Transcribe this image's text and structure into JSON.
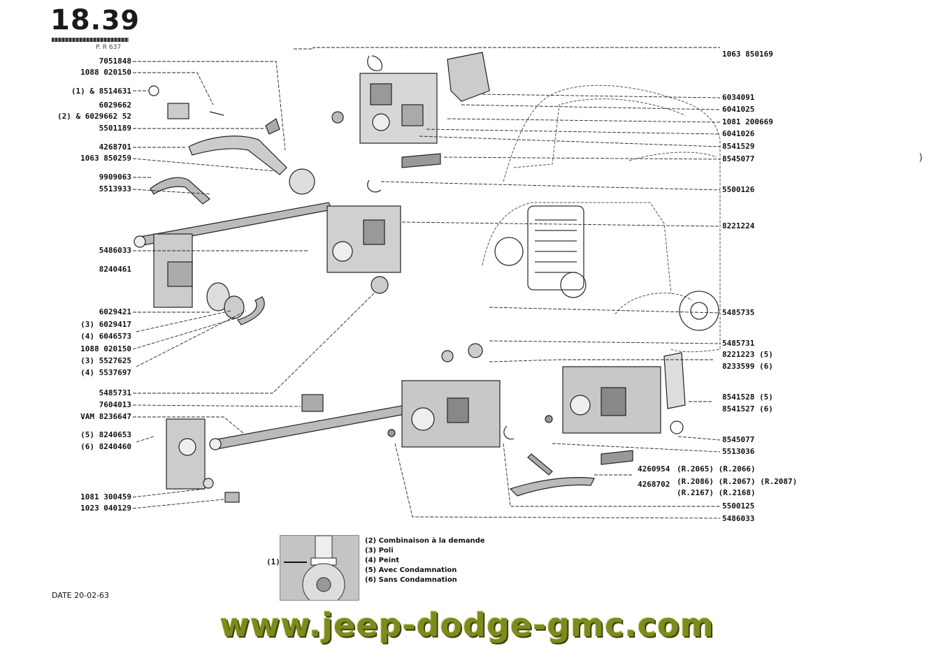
{
  "header": {
    "page_number_major": "18",
    "page_number_minor": ".39",
    "ref": "P. R 637"
  },
  "left_labels": [
    {
      "id": "l1",
      "text": "7051848"
    },
    {
      "id": "l2",
      "text": "1088 020150"
    },
    {
      "id": "l3",
      "text": "(1) & 8514631"
    },
    {
      "id": "l4",
      "text": "6029662"
    },
    {
      "id": "l5",
      "text": "(2) & 6029662 52"
    },
    {
      "id": "l6",
      "text": "5501189"
    },
    {
      "id": "l7",
      "text": "4268701"
    },
    {
      "id": "l8",
      "text": "1063 850259"
    },
    {
      "id": "l9",
      "text": "9909063"
    },
    {
      "id": "l10",
      "text": "5513933"
    },
    {
      "id": "l11",
      "text": "5486033"
    },
    {
      "id": "l12",
      "text": "8240461"
    },
    {
      "id": "l13",
      "text": "6029421"
    },
    {
      "id": "l14",
      "text": "(3) 6029417"
    },
    {
      "id": "l15",
      "text": "(4) 6046573"
    },
    {
      "id": "l16",
      "text": "1088 020150"
    },
    {
      "id": "l17",
      "text": "(3) 5527625"
    },
    {
      "id": "l18",
      "text": "(4) 5537697"
    },
    {
      "id": "l19",
      "text": "5485731"
    },
    {
      "id": "l20",
      "text": "7604013"
    },
    {
      "id": "l21",
      "text": "VAM 8236647"
    },
    {
      "id": "l22",
      "text": "(5) 8240653"
    },
    {
      "id": "l23",
      "text": "(6) 8240460"
    },
    {
      "id": "l24",
      "text": "1081 300459"
    },
    {
      "id": "l25",
      "text": "1023 040129"
    }
  ],
  "right_labels": [
    {
      "id": "r1",
      "text": "1063 850169"
    },
    {
      "id": "r2",
      "text": "6034091"
    },
    {
      "id": "r3",
      "text": "6041025"
    },
    {
      "id": "r4",
      "text": "1081 200669"
    },
    {
      "id": "r5",
      "text": "6041026"
    },
    {
      "id": "r6",
      "text": "8541529"
    },
    {
      "id": "r7",
      "text": "8545077"
    },
    {
      "id": "r8",
      "text": "5500126"
    },
    {
      "id": "r9",
      "text": "8221224"
    },
    {
      "id": "r10",
      "text": "5485735"
    },
    {
      "id": "r11",
      "text": "5485731"
    },
    {
      "id": "r12",
      "text": "8221223 (5)"
    },
    {
      "id": "r13",
      "text": "8233599 (6)"
    },
    {
      "id": "r14",
      "text": "8541528 (5)"
    },
    {
      "id": "r15",
      "text": "8541527 (6)"
    },
    {
      "id": "r16",
      "text": "8545077"
    },
    {
      "id": "r17",
      "text": "5513036"
    },
    {
      "id": "r18",
      "text": "4260954"
    },
    {
      "id": "r18b",
      "text": "(R.2065) (R.2066)"
    },
    {
      "id": "r19",
      "text": "4268702"
    },
    {
      "id": "r19b",
      "text": "(R.2086) (R.2067) (R.2087)"
    },
    {
      "id": "r19c",
      "text": "(R.2167) (R.2168)"
    },
    {
      "id": "r20",
      "text": "5500125"
    },
    {
      "id": "r21",
      "text": "5486033"
    }
  ],
  "legend": {
    "callout": "(1)",
    "items": [
      "(2) Combinaison à la demande",
      "(3) Poli",
      "(4) Peint",
      "(5) Avec Condamnation",
      "(6) Sans Condamnation"
    ]
  },
  "footer": {
    "date": "DATE  20-02-63",
    "website": "www.jeep-dodge-gmc.com"
  },
  "colors": {
    "website_green": "#7d8a1c",
    "ink": "#111111"
  }
}
